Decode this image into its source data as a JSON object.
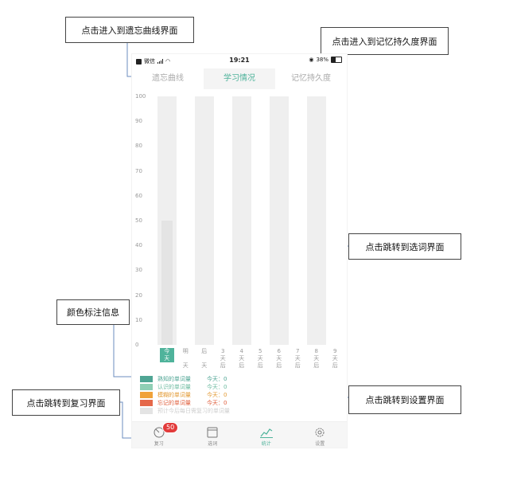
{
  "callouts": {
    "forgetting_curve": "点击进入到遗忘曲线界面",
    "memory_duration": "点击进入到记忆持久度界面",
    "select_words": "点击跳转到选词界面",
    "color_legend": "颜色标注信息",
    "review": "点击跳转到复习界面",
    "settings": "点击跳转到设置界面"
  },
  "status": {
    "carrier": "微信",
    "time": "19:21",
    "battery": "38%",
    "battery_level": 0.38
  },
  "tabs": [
    {
      "label": "遗忘曲线"
    },
    {
      "label": "学习情况"
    },
    {
      "label": "记忆持久度"
    }
  ],
  "chart_data": {
    "type": "bar",
    "ylim": [
      0,
      100
    ],
    "y_ticks": [
      "100",
      "90",
      "80",
      "70",
      "60",
      "50",
      "40",
      "30",
      "20",
      "10",
      "0"
    ],
    "categories": [
      "今天",
      "明天",
      "后天",
      "3天后",
      "4天后",
      "5天后",
      "6天后",
      "7天后",
      "8天后",
      "9天后"
    ],
    "category_labels": [
      "今\n天",
      "明\n\n天",
      "后\n\n天",
      "3\n天\n后",
      "4\n天\n后",
      "5\n天\n后",
      "6\n天\n后",
      "7\n天\n后",
      "8\n天\n后",
      "9\n天\n后"
    ],
    "values": [
      50,
      0,
      0,
      0,
      0,
      0,
      0,
      0,
      0,
      0
    ],
    "active_index": 0
  },
  "legend": [
    {
      "name": "熟知的单词量",
      "value": "今天：0",
      "color": "#4fa594",
      "text_color": "#4fa594"
    },
    {
      "name": "认识的单词量",
      "value": "今天：0",
      "color": "#8fcfb5",
      "text_color": "#6dbba0"
    },
    {
      "name": "模糊的单词量",
      "value": "今天：0",
      "color": "#f0a23a",
      "text_color": "#e39a34"
    },
    {
      "name": "忘记的单词量",
      "value": "今天：0",
      "color": "#e5684a",
      "text_color": "#e0603f"
    },
    {
      "name": "预计今后每日需复习的单词量",
      "value": "",
      "color": "#e4e4e4",
      "text_color": "#cfcfcf"
    }
  ],
  "nav": [
    {
      "label": "复习",
      "badge": "50"
    },
    {
      "label": "选词"
    },
    {
      "label": "统计"
    },
    {
      "label": "设置"
    }
  ],
  "colors": {
    "accent": "#4fb39b"
  }
}
